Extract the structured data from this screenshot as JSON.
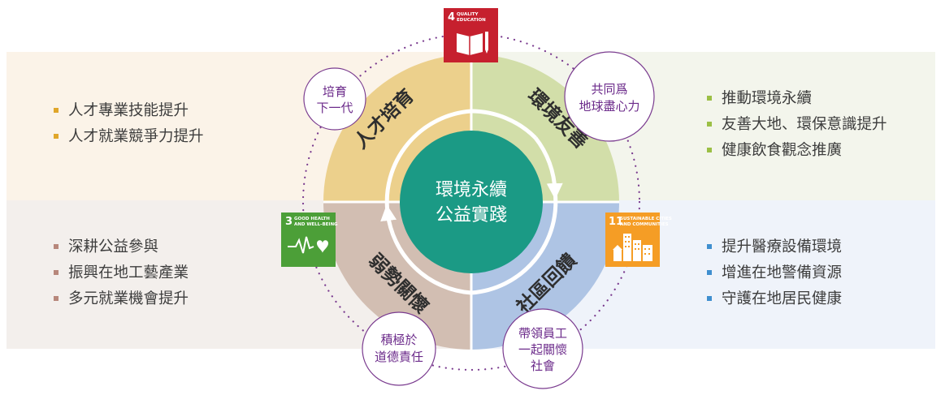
{
  "center": {
    "line1": "環境永續",
    "line2": "公益實踐"
  },
  "quadrants": {
    "top_left": {
      "label": "人才培育",
      "color": "#ecd08c"
    },
    "top_right": {
      "label": "環境友善",
      "color": "#d2dea9"
    },
    "bottom_left": {
      "label": "弱勢關懷",
      "color": "#d2beb2"
    },
    "bottom_right": {
      "label": "社區回饋",
      "color": "#aec4e4"
    },
    "center_color": "#1b9a85"
  },
  "bubbles": {
    "top_left": {
      "line1": "培育",
      "line2": "下一代"
    },
    "top_right": {
      "line1": "共同爲",
      "line2": "地球盡心力"
    },
    "bottom_left": {
      "line1": "積極於",
      "line2": "道德責任"
    },
    "bottom_right": {
      "line1": "帶領員工",
      "line2": "一起關懷",
      "line3": "社會"
    }
  },
  "sdg": {
    "quality_education": {
      "number": "4",
      "title1": "QUALITY",
      "title2": "EDUCATION",
      "color": "#c6202e",
      "icon": "book-pencil-icon"
    },
    "good_health": {
      "number": "3",
      "title1": "GOOD HEALTH",
      "title2": "AND WELL-BEING",
      "color": "#4c9f38",
      "icon": "heartbeat-icon"
    },
    "sustainable_cities": {
      "number": "11",
      "title1": "SUSTAINABLE CITIES",
      "title2": "AND COMMUNITIES",
      "color": "#f59d25",
      "icon": "city-buildings-icon"
    }
  },
  "lists": {
    "top_left": [
      "人才專業技能提升",
      "人才就業競爭力提升"
    ],
    "top_right": [
      "推動環境永續",
      "友善大地、環保意識提升",
      "健康飲食觀念推廣"
    ],
    "bottom_left": [
      "深耕公益參與",
      "振興在地工藝產業",
      "多元就業機會提升"
    ],
    "bottom_right": [
      "提升醫療設備環境",
      "增進在地警備資源",
      "守護在地居民健康"
    ]
  }
}
